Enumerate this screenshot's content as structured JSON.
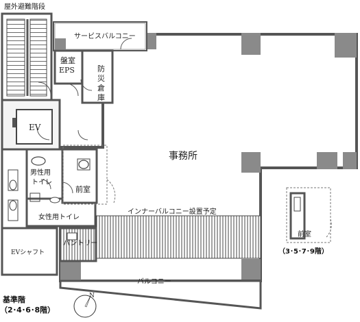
{
  "labels": {
    "exterior_stairs": "屋外避難階段",
    "service_balcony": "サービスバルコニー",
    "electrical_room": "盤室",
    "eps": "EPS",
    "storage_1": "防",
    "storage_2": "災",
    "storage_3": "倉",
    "storage_4": "庫",
    "ev": "EV",
    "office": "事務所",
    "mens_toilet_1": "男性用",
    "mens_toilet_2": "トイレ",
    "vestibule": "前室",
    "womens_toilet": "女性用トイレ",
    "inner_balcony": "インナーバルコニー設置予定",
    "ev_shaft": "EVシャフト",
    "pantry": "パントリー",
    "balcony": "バルコニー",
    "inset_vestibule": "前室",
    "inset_floors": "（3･5･7･9階）",
    "typical_floor": "基準階",
    "typical_floors": "（2･4･6･8階）",
    "north": "N"
  },
  "colors": {
    "wall": "#5a5a5a",
    "column": "#8a8a8a",
    "room_fill": "#ffffff",
    "core_fill": "#f2f2f2",
    "line": "#333333"
  }
}
